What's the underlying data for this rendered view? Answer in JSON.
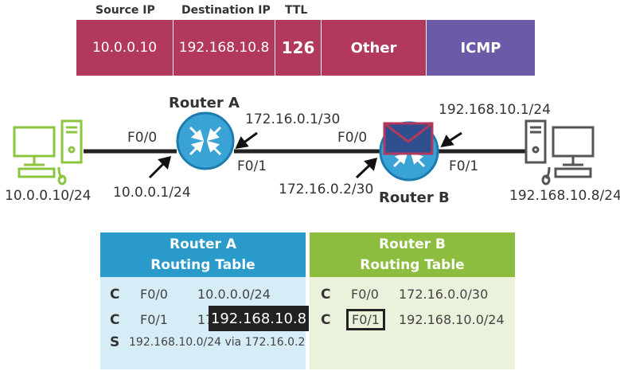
{
  "packet": {
    "headers": {
      "source_ip": "Source IP",
      "destination_ip": "Destination IP",
      "ttl": "TTL"
    },
    "source_ip": "10.0.0.10",
    "destination_ip": "192.168.10.8",
    "ttl": "126",
    "other": "Other",
    "protocol": "ICMP",
    "colors": {
      "header_field": "#b2395c",
      "protocol_field": "#6a5aa8"
    }
  },
  "topology": {
    "router_a": {
      "name": "Router A",
      "left_iface": "F0/0",
      "right_iface": "F0/1",
      "left_ip": "10.0.0.1/24",
      "right_ip": "172.16.0.1/30"
    },
    "router_b": {
      "name": "Router B",
      "left_iface": "F0/0",
      "right_iface": "F0/1",
      "left_ip": "172.16.0.2/30",
      "right_ip": "192.168.10.1/24"
    },
    "pc_left_ip": "10.0.0.10/24",
    "pc_right_ip": "192.168.10.8/24",
    "colors": {
      "router": "#3aa3d6",
      "pc_left": "#8cc63f",
      "pc_right": "#555555"
    }
  },
  "tables": {
    "router_a": {
      "title_line1": "Router A",
      "title_line2": "Routing Table",
      "rows": [
        {
          "code": "C",
          "iface": "F0/0",
          "network": "10.0.0.0/24"
        },
        {
          "code": "C",
          "iface": "F0/1",
          "network": "17"
        },
        {
          "code": "S",
          "text": "192.168.10.0/24 via 172.16.0.2"
        }
      ],
      "colors": {
        "header": "#2a9acb",
        "body": "#d6ecf7"
      }
    },
    "router_b": {
      "title_line1": "Router B",
      "title_line2": "Routing Table",
      "rows": [
        {
          "code": "C",
          "iface": "F0/0",
          "network": "172.16.0.0/30"
        },
        {
          "code": "C",
          "iface": "F0/1",
          "network": "192.168.10.0/24"
        }
      ],
      "colors": {
        "header": "#8cbd3f",
        "body": "#eaf2dc"
      }
    },
    "lookup_tooltip": "192.168.10.8"
  }
}
